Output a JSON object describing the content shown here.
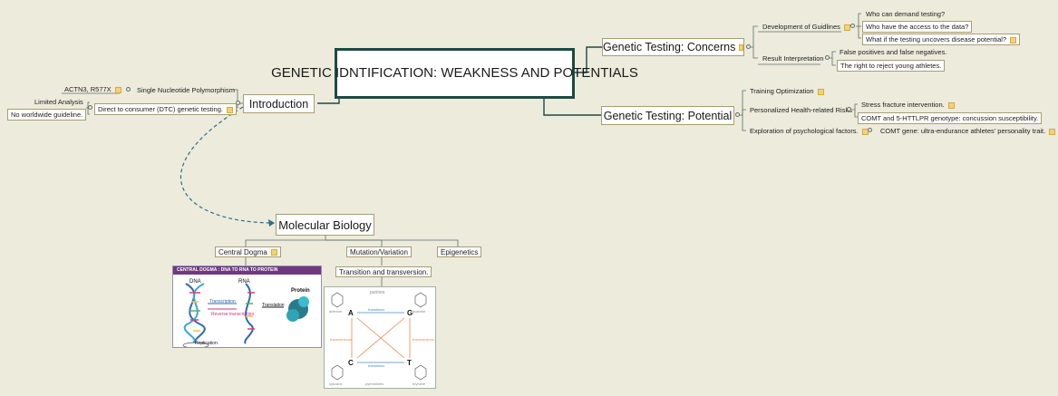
{
  "central": {
    "title": "GENETIC IDNTIFICATION: WEAKNESS AND POTENTIALS"
  },
  "concerns": {
    "title": "Genetic Testing: Concerns",
    "guidelines": "Development of Guidlines",
    "q1": "Who can demand testing?",
    "q2": "Who have the access to the data?",
    "q3": "What if the testing uncovers disease potential?",
    "result": "Result Interpretation",
    "r1": "False positives and false negatives.",
    "r2": "The right to reject young athletes."
  },
  "potential": {
    "title": "Genetic Testing: Potential",
    "training": "Training Optimization",
    "health": "Personalized Health-related Risks",
    "h1": "Stress fracture intervention.",
    "h2": "COMT and 5-HTTLPR genotype: concussion susceptibility.",
    "psych": "Exploration of psychological factors.",
    "p1": "COMT gene: ultra-endurance athletes' personality trait."
  },
  "intro": {
    "title": "Introduction",
    "actn3": "ACTN3, R577X",
    "snp": "Single Nucleotide Polymorphism",
    "dtc": "Direct to consumer (DTC)  genetic testing.",
    "limited": "Limited Analysis",
    "noguide": "No worldwide guideline."
  },
  "molbio": {
    "title": "Molecular Biology",
    "dogma": "Central Dogma",
    "mutation": "Mutation/Variation",
    "epi": "Epigenetics",
    "transition": "Transition and transversion."
  },
  "img_dogma": {
    "header": "CENTRAL DOGMA : DNA TO RNA TO PROTEIN",
    "dna": "DNA",
    "rna": "RNA",
    "protein": "Protein",
    "transcription": "Transcription",
    "reverse": "Reverse transcription",
    "translation": "Translation",
    "replication": "Replication"
  },
  "img_mut": {
    "purines": "purines",
    "pyrimidines": "pyrimidines",
    "a": "A",
    "g": "G",
    "c": "C",
    "t": "T",
    "transitions": "transitions",
    "transversions": "transversions",
    "adenine": "adenine",
    "guanine": "guanine",
    "cytosine": "cytosine",
    "thymine": "thymine"
  }
}
